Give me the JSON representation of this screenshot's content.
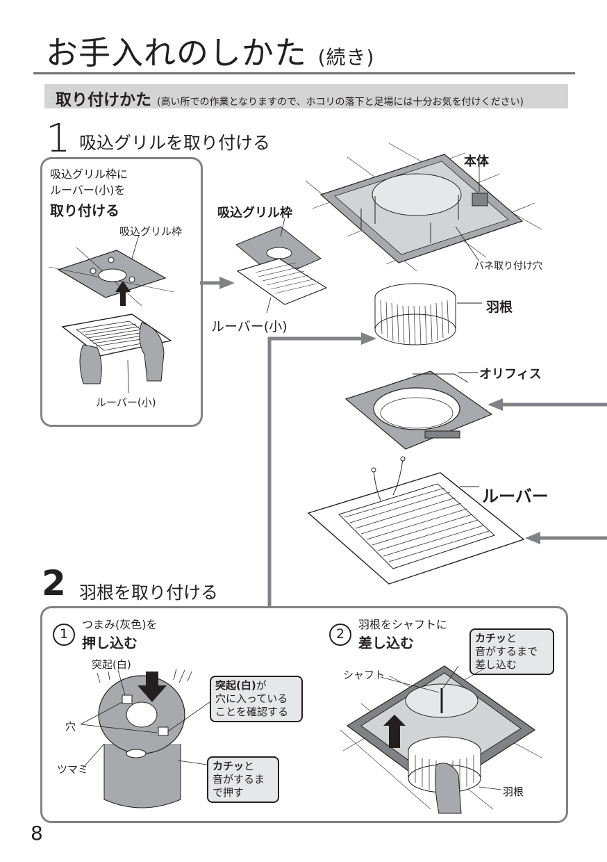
{
  "header": {
    "title": "お手入れのしかた",
    "title_suffix": "(続き)"
  },
  "section": {
    "title": "取り付けかた",
    "note": "(高い所での作業となりますので、ホコリの落下と足場には十分お気を付けください)"
  },
  "step1": {
    "number": "1",
    "title": "吸込グリルを取り付ける",
    "inset_line1": "吸込グリル枠に",
    "inset_line2": "ルーバー(小)を",
    "inset_line3": "取り付ける",
    "inset_frame_label": "吸込グリル枠",
    "inset_louver_label": "ルーバー(小)",
    "frame_label": "吸込グリル枠",
    "small_louver_label": "ルーバー(小)",
    "body_label": "本体",
    "spring_hole_label": "バネ取り付け穴",
    "fan_label": "羽根",
    "orifice_label": "オリフィス",
    "louver_label": "ルーバー"
  },
  "step2": {
    "number": "2",
    "title": "羽根を取り付ける",
    "sub1_num": "1",
    "sub1_line1": "つまみ(灰色)を",
    "sub1_line2": "押し込む",
    "protrusion_label": "突起(白)",
    "hole_label": "穴",
    "knob_label": "ツマミ",
    "callout1_bold": "突起(白)",
    "callout1_rest1": "が",
    "callout1_rest2": "穴に入っている",
    "callout1_rest3": "ことを確認する",
    "callout2_bold": "カチッ",
    "callout2_rest1": "と",
    "callout2_rest2": "音がするま",
    "callout2_rest3": "で押す",
    "sub2_num": "2",
    "sub2_line1": "羽根をシャフトに",
    "sub2_line2": "差し込む",
    "callout3_bold": "カチッ",
    "callout3_rest1": "と",
    "callout3_rest2": "音がするまで",
    "callout3_rest3": "差し込む",
    "shaft_label": "シャフト",
    "fan_label": "羽根"
  },
  "footer": {
    "page_number": "8"
  }
}
